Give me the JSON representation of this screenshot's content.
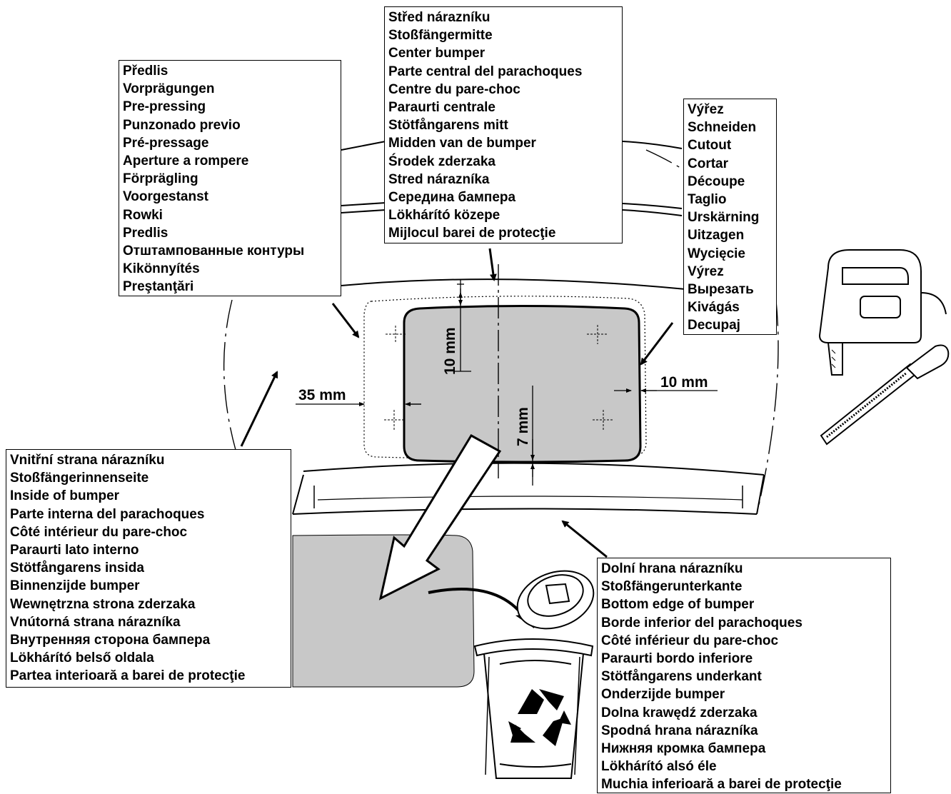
{
  "labels": {
    "pre_pressing": [
      "Předlis",
      "Vorprägungen",
      "Pre-pressing",
      "Punzonado previo",
      "Pré-pressage",
      "Aperture a rompere",
      "Förprägling",
      "Voorgestanst",
      "Rowki",
      "Predlis",
      "Отштампованные контуры",
      "Kikönnyítés",
      "Preştanţări"
    ],
    "center_bumper": [
      "Střed nárazníku",
      "Stoßfängermitte",
      "Center bumper",
      "Parte central del parachoques",
      "Centre du pare-choc",
      "Paraurti centrale",
      "Stötfångarens mitt",
      "Midden van de bumper",
      "Środek zderzaka",
      "Stred nárazníka",
      "Середина бампера",
      "Lökhárító közepe",
      "Mijlocul barei de protecţie"
    ],
    "cutout": [
      "Výřez",
      "Schneiden",
      "Cutout",
      "Cortar",
      "Découpe",
      "Taglio",
      "Urskärning",
      "Uitzagen",
      "Wycięcie",
      "Výrez",
      "Вырезать",
      "Kivágás",
      "Decupaj"
    ],
    "inside_bumper": [
      "Vnitřní strana nárazníku",
      "Stoßfängerinnenseite",
      "Inside of bumper",
      "Parte interna del parachoques",
      "Côté intérieur du pare-choc",
      "Paraurti lato interno",
      "Stötfångarens insida",
      "Binnenzijde bumper",
      "Wewnętrzna strona zderzaka",
      "Vnútorná strana nárazníka",
      "Внутренняя сторона бампера",
      "Lökhárító belső oldala",
      "Partea interioară a barei de protecţie"
    ],
    "bottom_edge": [
      "Dolní hrana nárazníku",
      "Stoßfängerunterkante",
      "Bottom edge of bumper",
      "Borde inferior del parachoques",
      "Côté inférieur du pare-choc",
      "Paraurti bordo inferiore",
      "Stötfångarens underkant",
      "Onderzijde bumper",
      "Dolna krawędź zderzaka",
      "Spodná hrana nárazníka",
      "Нижняя кромка бампера",
      "Lökhárító alsó éle",
      "Muchia inferioară a barei de protecţie"
    ]
  },
  "dimensions": {
    "top_gap": "10 mm",
    "side_gap": "35 mm",
    "right_gap": "10 mm",
    "bottom_gap": "7 mm"
  },
  "icons": [
    "jigsaw-icon",
    "file-tool-icon",
    "recycle-bin-icon",
    "recycle-symbol-icon"
  ],
  "colors": {
    "cutout_fill": "#c8c8c8",
    "line": "#000000",
    "background": "#ffffff"
  }
}
